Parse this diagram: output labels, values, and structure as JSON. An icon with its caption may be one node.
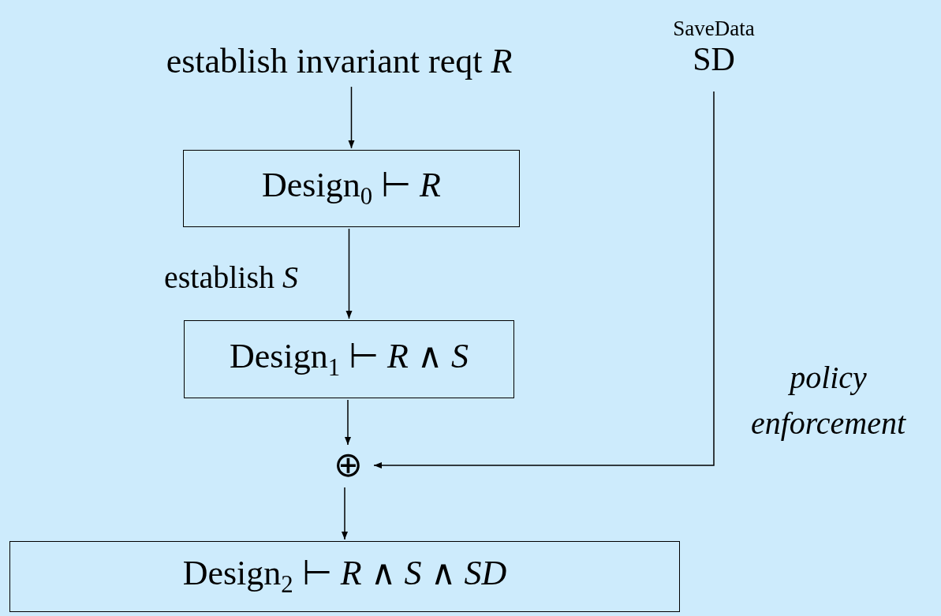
{
  "diagram": {
    "nodes": [
      {
        "text": [
          "establish invariant reqt *R*"
        ]
      },
      {
        "text": [
          "SaveData",
          "SD"
        ]
      },
      {
        "text": [
          "Design$_{0}$ ⊢ *R*"
        ]
      },
      {
        "text": [
          "Design$_{1}$ ⊢ *R* ∧ *S*"
        ]
      },
      {
        "text": [
          "⊕"
        ]
      },
      {
        "text": [
          "Design$_{2}$ ⊢ *R* ∧ *S* ∧ *SD*"
        ]
      }
    ],
    "edges": [
      {
        "from": 0,
        "to": 2,
        "arrow": "to"
      },
      {
        "from": 2,
        "to": 3,
        "arrow": "to",
        "label": "establish *S*"
      },
      {
        "from": 3,
        "to": 4,
        "arrow": "to"
      },
      {
        "from": 1,
        "to": 4,
        "arrow": "to"
      },
      {
        "from": 4,
        "to": 5,
        "arrow": "to"
      }
    ],
    "labels": [
      "policy enforcement"
    ]
  }
}
